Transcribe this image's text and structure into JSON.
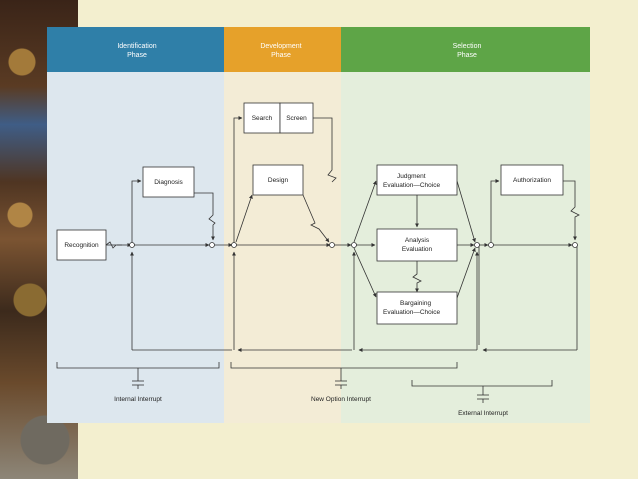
{
  "phases": {
    "identification": {
      "line1": "Identification",
      "line2": "Phase",
      "color": "#2f7fa8"
    },
    "development": {
      "line1": "Development",
      "line2": "Phase",
      "color": "#e6a12a"
    },
    "selection": {
      "line1": "Selection",
      "line2": "Phase",
      "color": "#5ea547"
    }
  },
  "boxes": {
    "recognition": "Recognition",
    "diagnosis": "Diagnosis",
    "search": "Search",
    "screen": "Screen",
    "design": "Design",
    "judgment": {
      "line1": "Judgment",
      "line2": "Evaluation—Choice"
    },
    "analysis": {
      "line1": "Analysis",
      "line2": "Evaluation"
    },
    "bargaining": {
      "line1": "Bargaining",
      "line2": "Evaluation—Choice"
    },
    "authorization": "Authorization"
  },
  "interrupts": {
    "internal": "Internal Interrupt",
    "new_option": "New Option Interrupt",
    "external": "External Interrupt"
  }
}
